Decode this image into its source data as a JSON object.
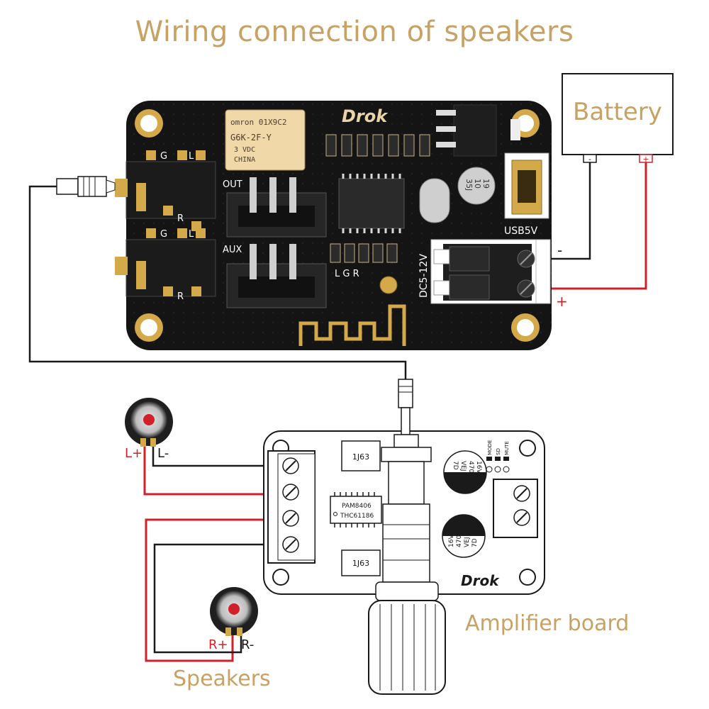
{
  "title": "Wiring connection of speakers",
  "battery": {
    "label": "Battery",
    "neg": "-",
    "pos": "+"
  },
  "bt_board": {
    "brand": "Drok",
    "relay_line1": "omron  01X9C2",
    "relay_line2": "G6K-2F-Y",
    "relay_line3": "3   VDC",
    "relay_line4": "CHINA",
    "cap_line1": "19",
    "cap_line2": "10",
    "cap_line3": "35J",
    "usb_label": "USB5V",
    "dc_label": "DC5-12V",
    "out_label": "OUT",
    "aux_label": "AUX",
    "lgr_label": "L G R",
    "jack1_g": "G",
    "jack1_l": "L",
    "jack1_r": "R",
    "jack2_g": "G",
    "jack2_l": "L",
    "jack2_r": "R",
    "minus": "-",
    "plus": "+"
  },
  "amp_board": {
    "label": "Amplifier board",
    "brand": "Drok",
    "chip_line1": "PAM8406",
    "chip_line2": "THC61186",
    "ic1": "1J63",
    "ic2": "1J63",
    "cap1_l1": "7D",
    "cap1_l2": "VEJ",
    "cap1_l3": "470",
    "cap1_l4": "16V",
    "cap2_l1": "7D",
    "cap2_l2": "VEJ",
    "cap2_l3": "470",
    "cap2_l4": "16V",
    "mode": "MODE",
    "sd": "SD",
    "mute": "MUTE"
  },
  "speakers": {
    "label": "Speakers",
    "left_pos": "L+",
    "left_neg": "L-",
    "right_pos": "R+",
    "right_neg": "R-"
  },
  "colors": {
    "gold": "#c8a165",
    "red_wire": "#d0202a",
    "black_wire": "#1a1a1a",
    "pcb": "#141414",
    "pad_gold": "#d4a94a"
  }
}
